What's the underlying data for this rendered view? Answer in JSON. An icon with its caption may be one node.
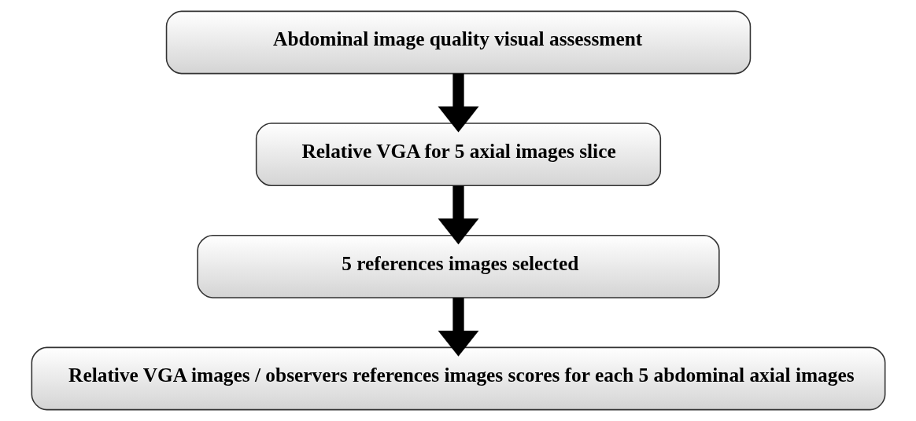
{
  "diagram": {
    "nodes": [
      {
        "text": [
          "Abdominal image quality visual assessment"
        ]
      },
      {
        "text": [
          "Relative VGA for 5 axial images slice"
        ]
      },
      {
        "text": [
          "5 references images selected"
        ]
      },
      {
        "text": [
          "Relative VGA images / observers references images scores for each 5 abdominal axial images"
        ]
      }
    ],
    "edges": [
      {
        "from": 0,
        "to": 1,
        "arrow": "to"
      },
      {
        "from": 1,
        "to": 2,
        "arrow": "to"
      },
      {
        "from": 2,
        "to": 3,
        "arrow": "to"
      }
    ]
  }
}
